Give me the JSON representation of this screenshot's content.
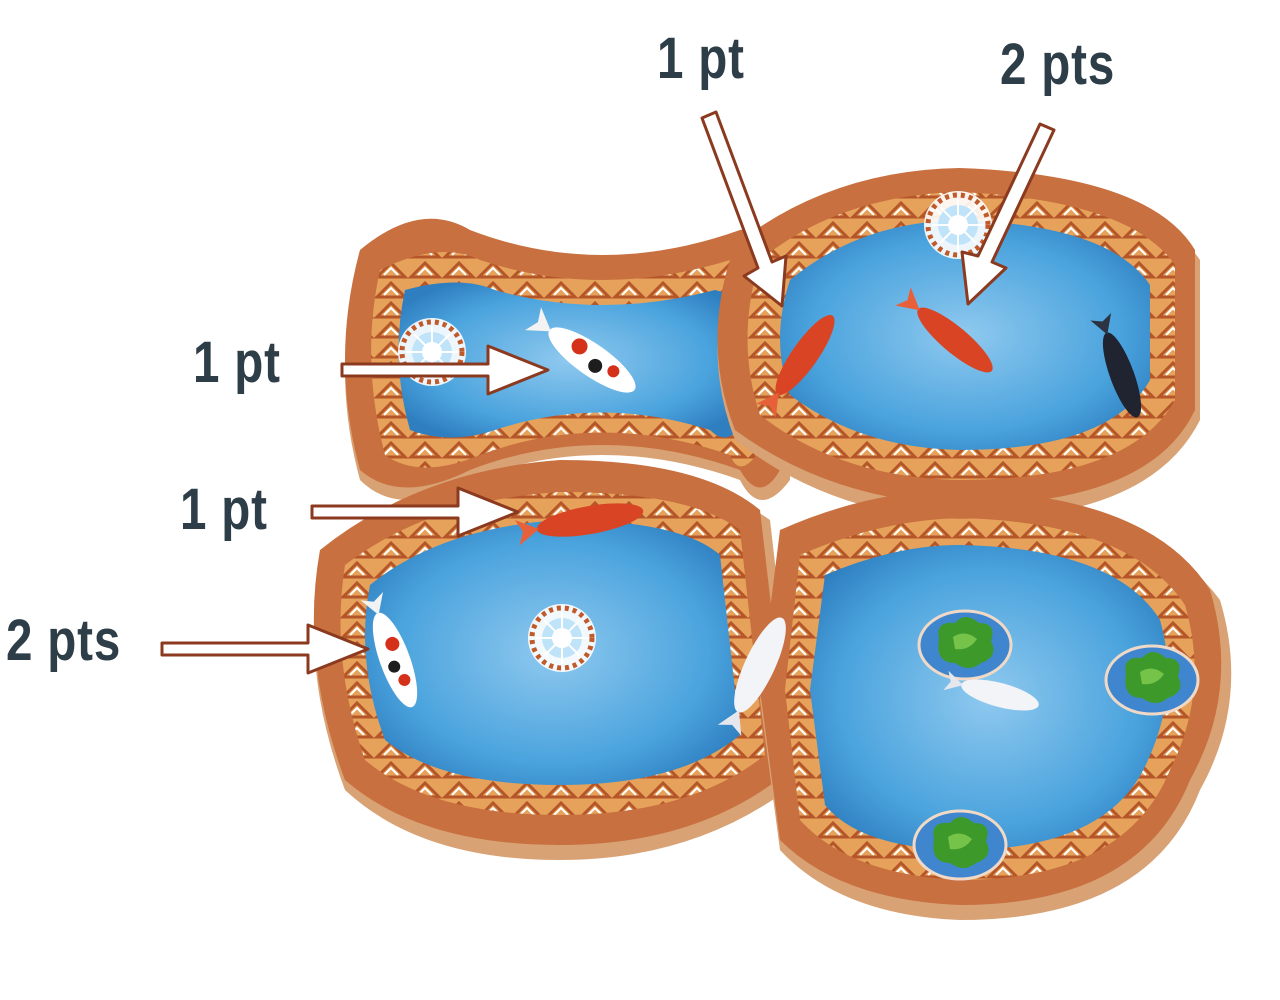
{
  "colors": {
    "label_text": "#2e3e49",
    "arrow_stroke": "#8b3a1f",
    "arrow_fill": "#ffffff",
    "wood_side": "#d9a274",
    "wood_top": "#c8703f",
    "trim": "#e6a25a",
    "water": "#4aa3dd",
    "water_light": "#9fd2f3",
    "lily_pad": "#3f8fd0",
    "lily_green": "#3f9a2a"
  },
  "labels": [
    {
      "id": "label-top-1pt",
      "text": "1 pt"
    },
    {
      "id": "label-top-2pts",
      "text": "2 pts"
    },
    {
      "id": "label-left-1pt-upper",
      "text": "1 pt"
    },
    {
      "id": "label-left-1pt-middle",
      "text": "1 pt"
    },
    {
      "id": "label-left-2pts",
      "text": "2 pts"
    }
  ],
  "koi": [
    {
      "name": "koi-kohaku-upper",
      "color": "white-red-black"
    },
    {
      "name": "koi-red-top-left",
      "color": "red"
    },
    {
      "name": "koi-red-top-right",
      "color": "red"
    },
    {
      "name": "koi-black",
      "color": "black"
    },
    {
      "name": "koi-red-middle",
      "color": "red"
    },
    {
      "name": "koi-kohaku-lower",
      "color": "white-red-black"
    },
    {
      "name": "koi-white-middle",
      "color": "white"
    },
    {
      "name": "koi-white-lower-right",
      "color": "white"
    }
  ]
}
